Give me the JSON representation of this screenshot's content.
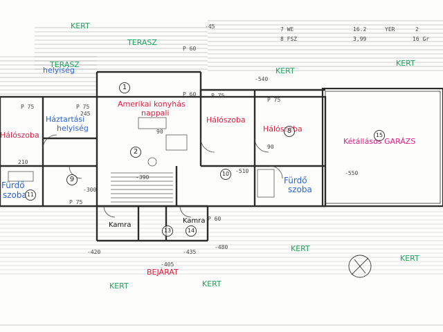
{
  "labels": {
    "kert_top_left": "KERT",
    "terasz_top": "TERASZ",
    "terasz_left": "TERASZ",
    "helyiseg": "helyiség",
    "kert_top_mid": "KERT",
    "kert_top_right": "KERT",
    "amerikai_konyhas": "Amerikai konyhás",
    "nappali": "nappali",
    "haloszoba_left": "Hálószoba",
    "haztartasi": "Háztartási",
    "haztartasi_helyiseg": "helyiség",
    "haloszoba_mid": "Hálószoba",
    "haloszoba_right": "Hálószoba",
    "garazs": "Kétállásos GARÁZS",
    "furdo_left": "Fürdő",
    "furdo_left_szoba": "szoba",
    "furdo_right": "Fürdő",
    "furdo_right_szoba": "szoba",
    "kamra_left": "Kamra",
    "kamra_right": "Kamra",
    "bejarat": "BEJÁRAT",
    "kert_bottom_mid": "KERT",
    "kert_bottom_left": "KERT",
    "kert_bottom_center": "KERT",
    "kert_bottom_right": "KERT"
  },
  "room_numbers": {
    "r1": "1",
    "r2": "2",
    "r8": "8",
    "r9": "9",
    "r10": "10",
    "r11": "11",
    "r13": "13",
    "r14": "14",
    "r15": "15"
  },
  "dimensions": {
    "d_p75_a": "P 75",
    "d_p75_b": "P 75",
    "d_p75_c": "P 75",
    "d_p75_d": "P 75",
    "d_p75_e": "P 75",
    "d_p60_a": "P 60",
    "d_p60_b": "P 60",
    "d_p60_c": "P 60",
    "d_245": "245",
    "d_210": "210",
    "d_90_a": "90",
    "d_90_b": "90",
    "d_minus300": "-300",
    "d_minus390": "-390",
    "d_minus510": "-510",
    "d_minus540": "-540",
    "d_minus550": "-550",
    "d_minus420": "-420",
    "d_minus480": "-480",
    "d_minus405": "-405",
    "d_minus435": "-435",
    "d_minus45": "-45",
    "d_7we": "7 WE",
    "d_8fsz": "8 FSZ",
    "d_399": "3,99",
    "d_yer": "YER",
    "d_16gr": "16 Gr",
    "d_162": "16.2",
    "d_2": "2"
  },
  "colors": {
    "green": "#1aa35a",
    "red": "#e8193c",
    "blue": "#2a63d8",
    "magenta": "#e0208a",
    "walls": "#2b2b2b"
  }
}
